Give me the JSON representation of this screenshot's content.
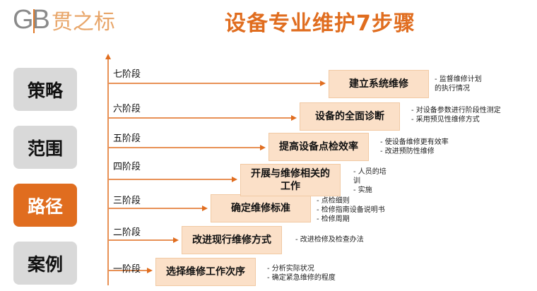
{
  "logo": {
    "mark": "GB",
    "name": "贯之标"
  },
  "title": "设备专业维护7步骤",
  "sidebar": [
    {
      "label": "策略",
      "active": false
    },
    {
      "label": "范围",
      "active": false
    },
    {
      "label": "路径",
      "active": true
    },
    {
      "label": "案例",
      "active": false
    }
  ],
  "colors": {
    "accent": "#e06d1f",
    "box_fill": "#fbe0c8",
    "inactive_button": "#d9d9d9"
  },
  "stages": [
    {
      "label": "一阶段",
      "step": "选择维修工作次序",
      "notes": [
        "- 分析实际状况",
        "- 确定紧急维修的程度"
      ]
    },
    {
      "label": "二阶段",
      "step": "改进现行维修方式",
      "notes": [
        "- 改进检修及检查办法"
      ]
    },
    {
      "label": "三阶段",
      "step": "确定维修标准",
      "notes": [
        "- 点检细则",
        "- 检修指南设备说明书",
        "- 检修周期"
      ]
    },
    {
      "label": "四阶段",
      "step": "开展与维修相关的工作",
      "notes": [
        "- 人员的培",
        "训",
        "- 实施"
      ]
    },
    {
      "label": "五阶段",
      "step": "提高设备点检效率",
      "notes": [
        "- 使设备维修更有效率",
        "- 改进预防性维修"
      ]
    },
    {
      "label": "六阶段",
      "step": "设备的全面诊断",
      "notes": [
        "- 对设备参数进行阶段性测定",
        "- 采用预见性维修方式"
      ]
    },
    {
      "label": "七阶段",
      "step": "建立系统维修",
      "notes": [
        "- 监督维修计划",
        "的执行情况"
      ]
    }
  ]
}
